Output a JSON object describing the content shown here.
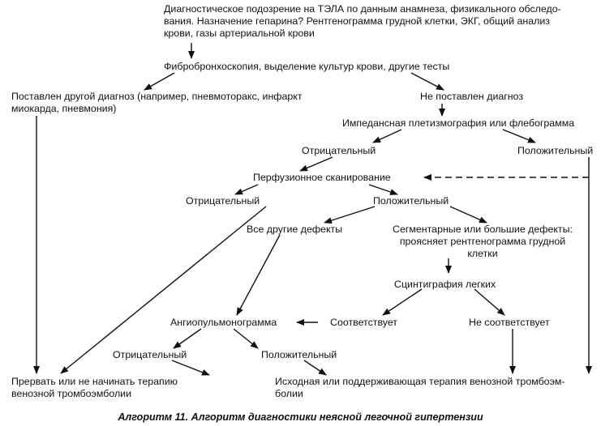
{
  "diagram": {
    "caption": "Алгоритм 11. Алгоритм диагностики неясной легочной гипертензии",
    "nodes": {
      "start": "Диагностическое подозрение на ТЭЛА по данным анамнеза, физикального обследо-\nвания. Назначение гепарина? Рентгенограмма грудной клетки, ЭКГ, общий анализ\nкрови, газы артериальной крови",
      "bronch": "Фибробронхоскопия, выделение культур крови, другие тесты",
      "other_dx": "Поставлен другой диагноз (например, пневмоторакс, инфаркт\nмиокарда, пневмония)",
      "no_dx": "Не поставлен диагноз",
      "impedance": "Импедансная плетизмография или флебограмма",
      "imp_neg": "Отрицательный",
      "imp_pos": "Положительный",
      "perfusion": "Перфузионное сканирование",
      "perf_neg": "Отрицательный",
      "perf_pos": "Положительный",
      "other_defects": "Все другие дефекты",
      "segmental": "Сегментарные или большие дефекты:\nпроясняет рентгенограмма грудной\nклетки",
      "scint": "Сцинтиграфия легких",
      "angio": "Ангиопульмонограмма",
      "match": "Соответствует",
      "mismatch": "Не соответствует",
      "angio_neg": "Отрицательный",
      "angio_pos": "Положительный",
      "stop": "Прервать или не начинать терапию\nвенозной тромбоэмболии",
      "therapy": "Исходная или поддерживающая терапия венозной тромбоэм-\nболии"
    }
  }
}
